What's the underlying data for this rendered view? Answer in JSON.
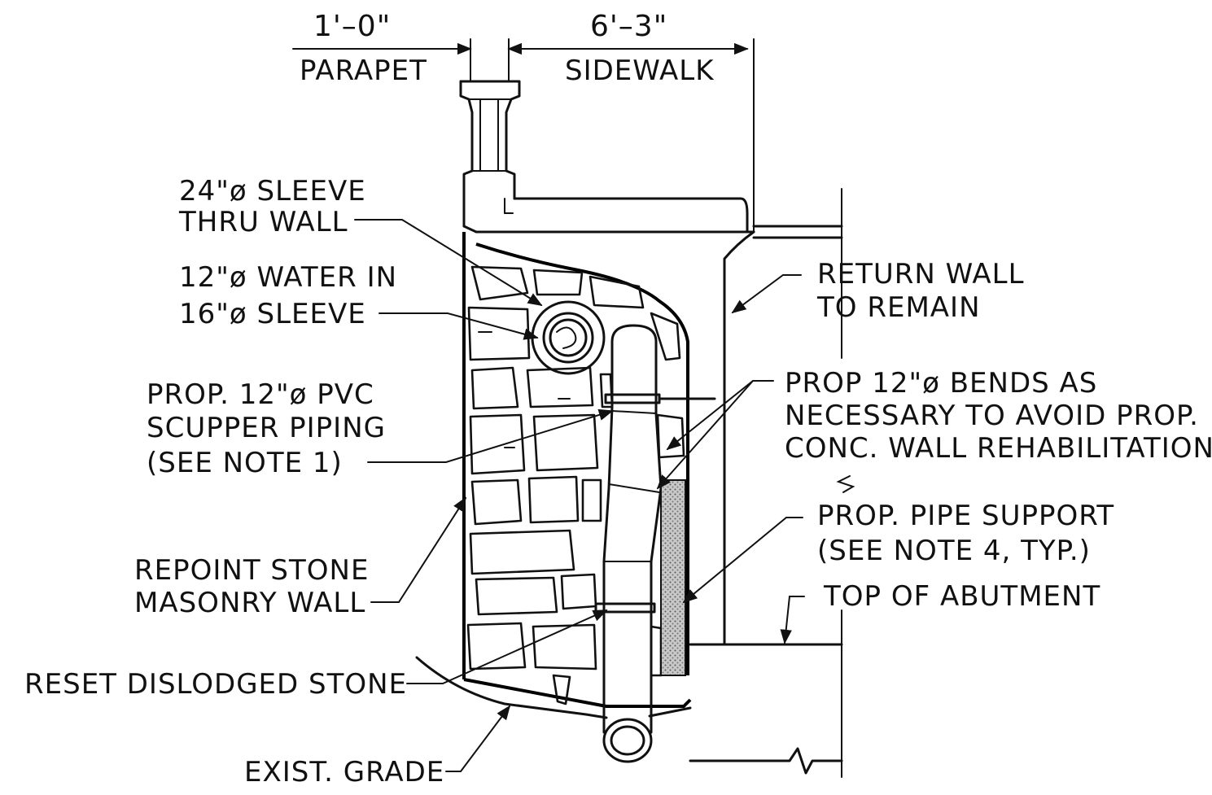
{
  "dimensions": {
    "parapet_width": "1'–0\"",
    "parapet_label": "PARAPET",
    "sidewalk_width": "6'–3\"",
    "sidewalk_label": "SIDEWALK"
  },
  "labels": {
    "sleeve_24": [
      "24\"ø SLEEVE",
      "THRU WALL"
    ],
    "water_12": [
      "12\"ø WATER IN",
      "16\"ø SLEEVE"
    ],
    "scupper": [
      "PROP. 12\"ø PVC",
      "SCUPPER PIPING",
      "(SEE NOTE 1)"
    ],
    "repoint": [
      "REPOINT STONE",
      "MASONRY WALL"
    ],
    "reset": "RESET DISLODGED STONE",
    "grade": "EXIST. GRADE",
    "return_wall": [
      "RETURN WALL",
      "TO REMAIN"
    ],
    "bends": [
      "PROP 12\"ø BENDS AS",
      "NECESSARY TO AVOID PROP.",
      "CONC. WALL REHABILITATION"
    ],
    "pipe_support": [
      "PROP. PIPE SUPPORT",
      "(SEE NOTE 4, TYP.)"
    ],
    "top_abutment": "TOP OF ABUTMENT"
  },
  "colors": {
    "linework": "#111111",
    "shading": "#9a9a9a",
    "background": "#ffffff"
  }
}
